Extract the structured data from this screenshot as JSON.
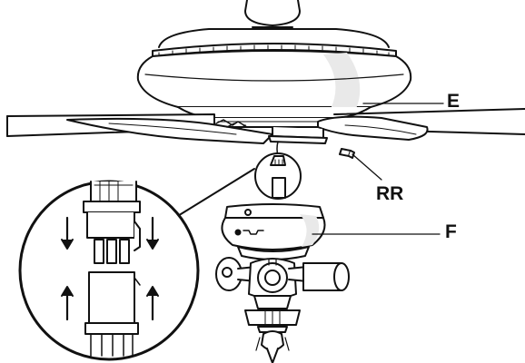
{
  "labels": {
    "e": "E",
    "rr": "RR",
    "f": "F"
  },
  "colors": {
    "line": "#111111",
    "fill": "#ffffff",
    "highlight": "#e9e9e9"
  }
}
